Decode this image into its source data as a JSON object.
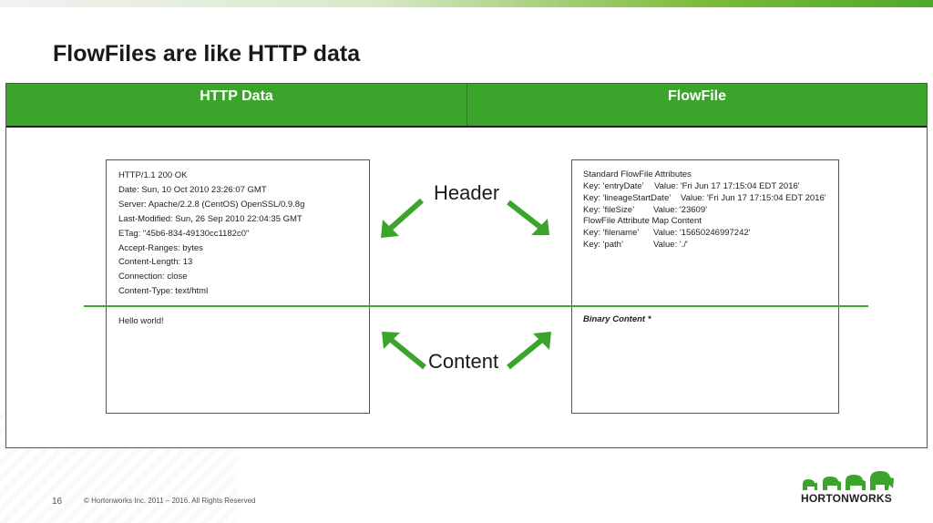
{
  "slide": {
    "title": "FlowFiles are like HTTP data",
    "page_number": "16",
    "copyright": "© Hortonworks Inc. 2011 – 2016. All Rights Reserved"
  },
  "table": {
    "headers": [
      "HTTP Data",
      "FlowFile"
    ]
  },
  "http_box": {
    "header_lines": [
      "HTTP/1.1 200 OK",
      "Date: Sun, 10 Oct 2010 23:26:07 GMT",
      "Server: Apache/2.2.8 (CentOS) OpenSSL/0.9.8g",
      "Last-Modified: Sun, 26 Sep 2010 22:04:35 GMT",
      "ETag: \"45b6-834-49130cc1182c0\"",
      "Accept-Ranges: bytes",
      "Content-Length: 13",
      "Connection: close",
      "Content-Type: text/html"
    ],
    "content": "Hello world!"
  },
  "flowfile_box": {
    "standard_title": "Standard FlowFile Attributes",
    "standard": [
      {
        "key": "Key: 'entryDate’",
        "value": "Value: 'Fri Jun 17 17:15:04 EDT 2016'"
      },
      {
        "key": "Key: 'lineageStartDate’",
        "value": "Value: 'Fri Jun 17 17:15:04 EDT 2016'"
      },
      {
        "key": "Key: 'fileSize’",
        "value": "Value: '23609'"
      }
    ],
    "map_title": "FlowFile Attribute Map Content",
    "map": [
      {
        "key": "Key: 'filename’",
        "value": "Value: '15650246997242'"
      },
      {
        "key": "Key: 'path’",
        "value": "Value: './'"
      }
    ],
    "content": "Binary Content *"
  },
  "labels": {
    "header": "Header",
    "content": "Content"
  },
  "logo": {
    "text": "HORTONWORKS",
    "icon": "elephants-logo-icon"
  },
  "colors": {
    "accent_green": "#3aa52a"
  }
}
